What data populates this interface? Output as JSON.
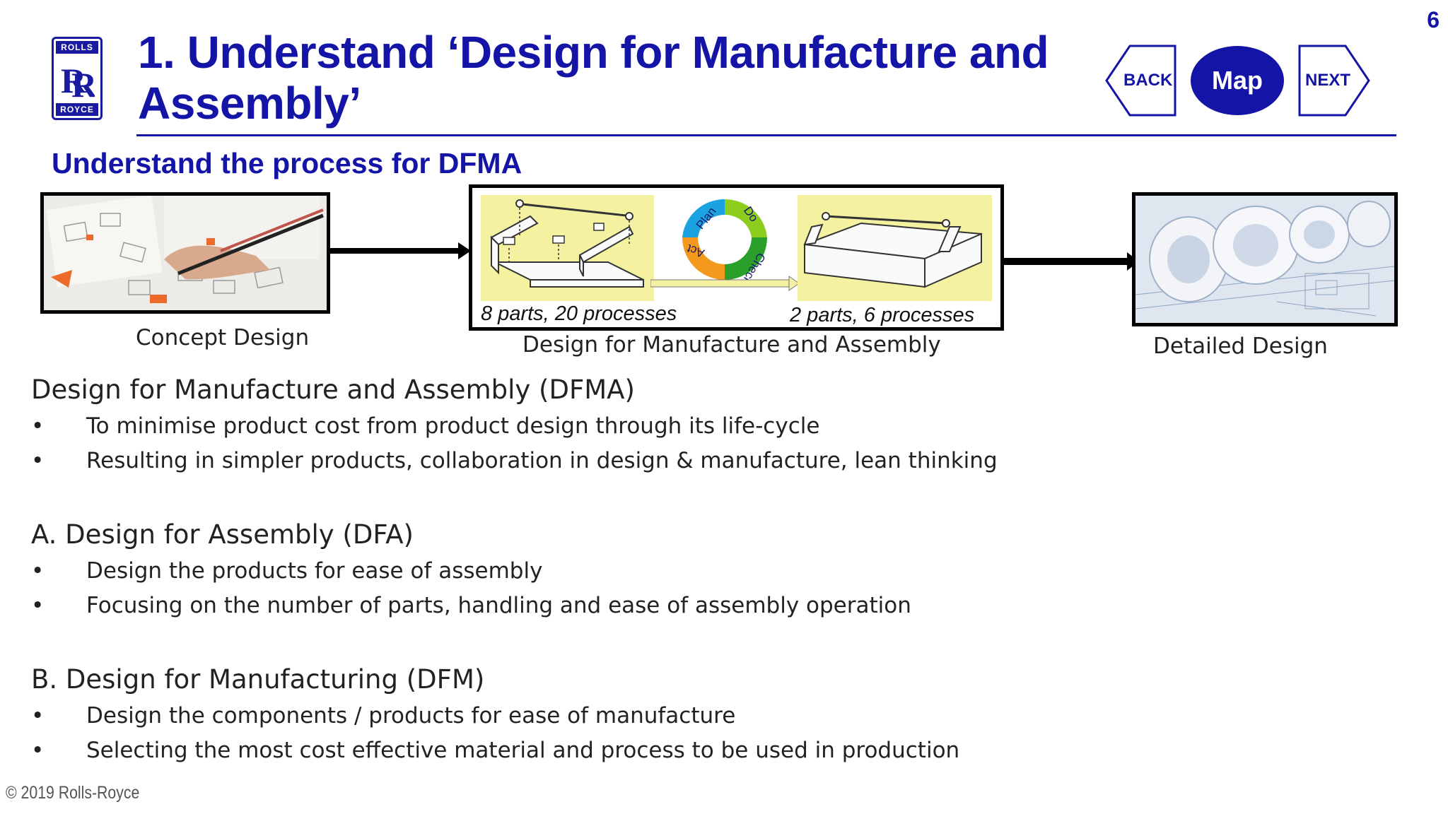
{
  "page_number": "6",
  "logo": {
    "top_text": "ROLLS",
    "bottom_text": "ROYCE"
  },
  "title": "1. Understand ‘Design for Manufacture and Assembly’",
  "nav": {
    "back": "BACK",
    "map": "Map",
    "next": "NEXT"
  },
  "subtitle": "Understand the process for DFMA",
  "diagram": {
    "stage1_caption": "Concept Design",
    "stage2_caption": "Design for Manufacture and Assembly",
    "stage3_caption": "Detailed Design",
    "before_label": "8 parts, 20 processes",
    "after_label": "2 parts, 6 processes",
    "cycle": [
      "Plan",
      "Do",
      "Check",
      "Act"
    ]
  },
  "sections": [
    {
      "heading": "Design for Manufacture and Assembly (DFMA)",
      "bullets": [
        "To minimise product cost from product design through its life-cycle",
        "Resulting in simpler products, collaboration in design & manufacture, lean thinking"
      ]
    },
    {
      "heading": "A. Design for Assembly (DFA)",
      "bullets": [
        "Design the products for ease of assembly",
        "Focusing on the number of parts, handling and ease of assembly operation"
      ]
    },
    {
      "heading": "B. Design for Manufacturing (DFM)",
      "bullets": [
        "Design the components / products for ease of manufacture",
        "Selecting the most cost effective material and process to be used in production"
      ]
    }
  ],
  "bullet_glyph": "•",
  "copyright": "© 2019 Rolls-Royce",
  "colors": {
    "brand_blue": "#1414a6",
    "pdca_plan": "#1aa3e0",
    "pdca_do": "#8ccd1e",
    "pdca_check": "#2aa02a",
    "pdca_act": "#f39a1e"
  }
}
